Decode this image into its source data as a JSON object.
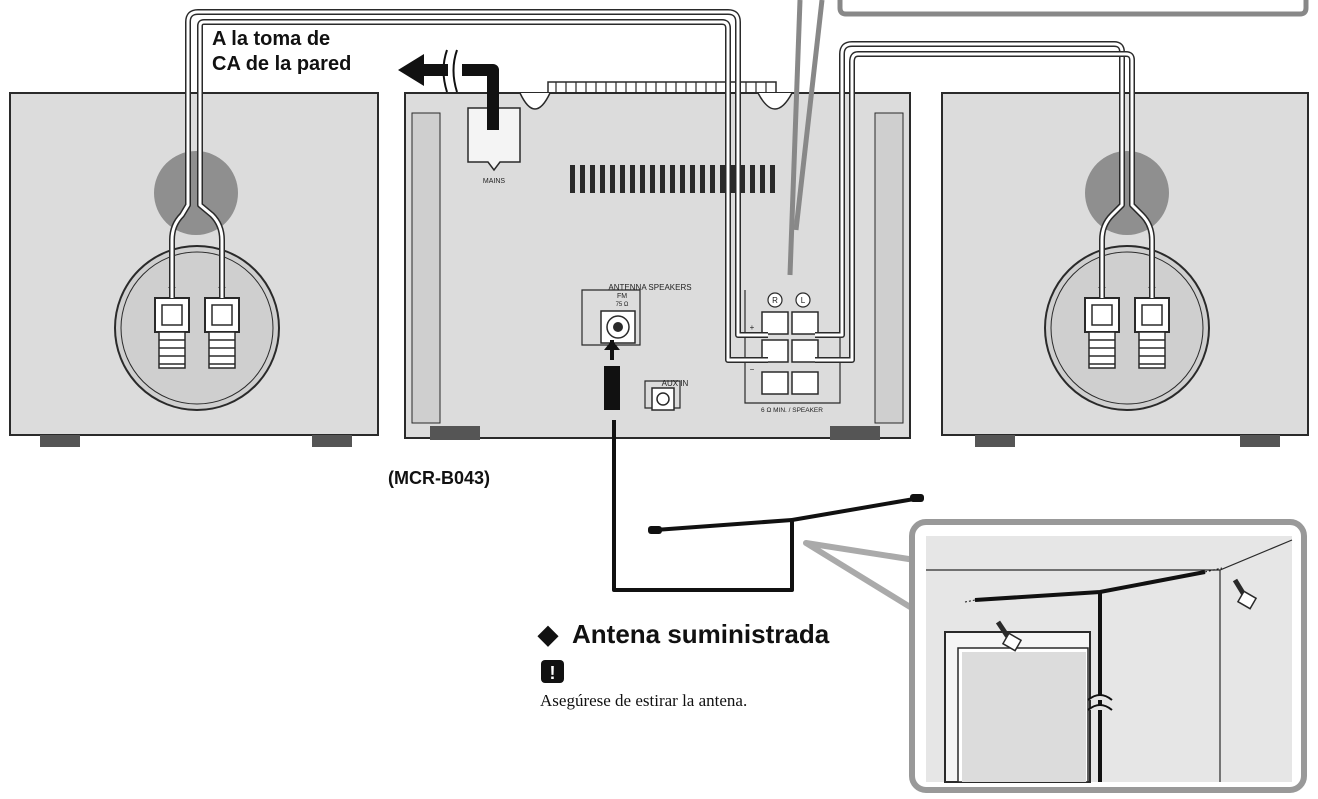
{
  "labels": {
    "mains_outlet_line1": "A la toma de",
    "mains_outlet_line2": "CA de la pared",
    "model": "(MCR-B043)",
    "antenna_title": "Antena suministrada",
    "note_text": "Asegúrese de estirar la antena.",
    "note_icon_glyph": "!",
    "diamond_glyph": "◆"
  },
  "unit_panel": {
    "mains": "MAINS",
    "antenna_speakers": "ANTENNA SPEAKERS",
    "fm": "FM",
    "ohm75": "75 Ω",
    "aux_in": "AUX IN",
    "speaker_r": "R",
    "speaker_l": "L",
    "speaker_spec": "6 Ω MIN. / SPEAKER",
    "plus": "+",
    "minus": "−"
  },
  "speaker_terminals": {
    "plus": "+",
    "minus": "−"
  },
  "colors": {
    "enclosure": "#dcdcdc",
    "outline": "#2a2a2a",
    "cable": "#1a1a1a",
    "inset_bg": "#e6e6e6"
  }
}
